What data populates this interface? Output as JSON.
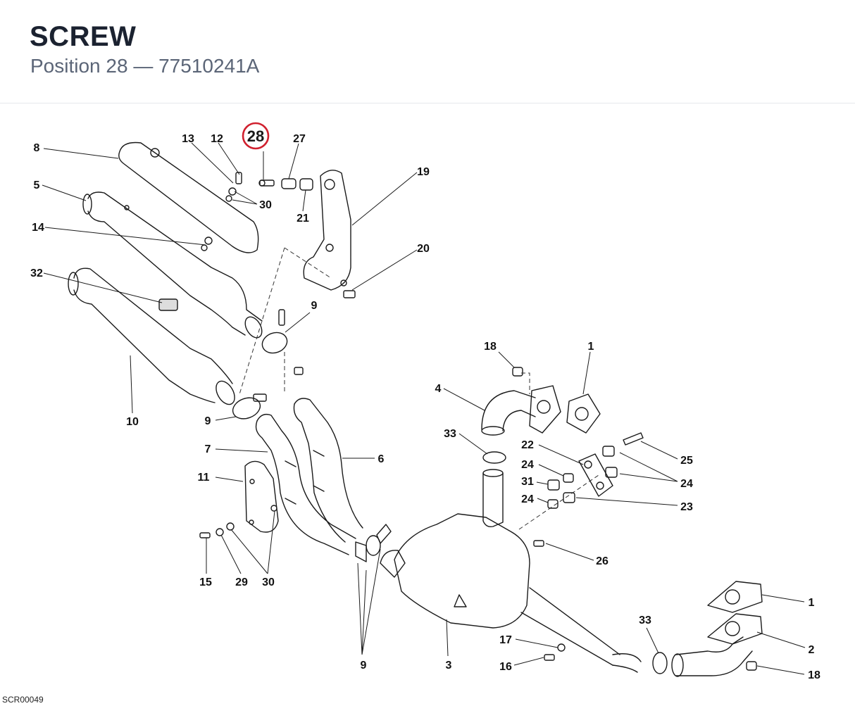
{
  "header": {
    "title": "SCREW",
    "subtitle": "Position 28 — 77510241A"
  },
  "highlight": {
    "label": "28",
    "color": "#d0202e"
  },
  "callouts": {
    "c8": "8",
    "c13": "13",
    "c12": "12",
    "c27": "27",
    "c19": "19",
    "c5": "5",
    "c30a": "30",
    "c21": "21",
    "c14": "14",
    "c20": "20",
    "c32": "32",
    "c9a": "9",
    "c18a": "18",
    "c1a": "1",
    "c4": "4",
    "c10": "10",
    "c9b": "9",
    "c33a": "33",
    "c22": "22",
    "c25": "25",
    "c7": "7",
    "c6": "6",
    "c24a": "24",
    "c11": "11",
    "c31": "31",
    "c24b": "24",
    "c24c": "24",
    "c23": "23",
    "c26": "26",
    "c15": "15",
    "c29": "29",
    "c30b": "30",
    "c1b": "1",
    "c33b": "33",
    "c17": "17",
    "c2": "2",
    "c9c": "9",
    "c3": "3",
    "c16": "16",
    "c18b": "18"
  },
  "footer": {
    "code": "SCR00049"
  }
}
